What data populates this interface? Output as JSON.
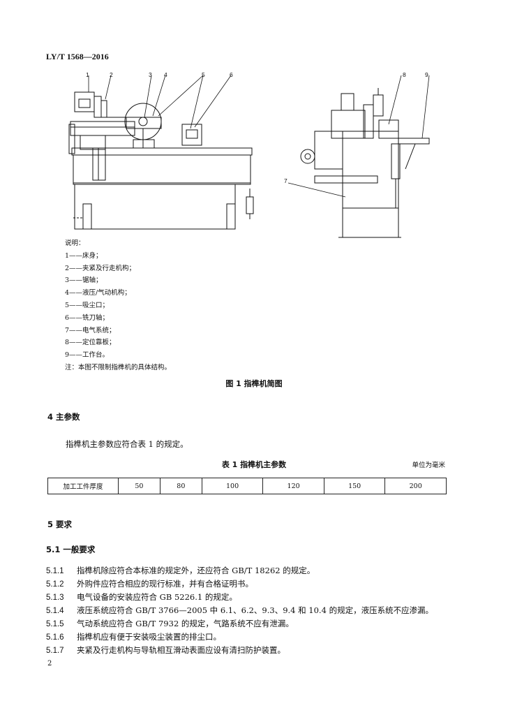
{
  "header": {
    "code": "LY/T 1568—2016"
  },
  "figure": {
    "callouts": [
      "1",
      "2",
      "3",
      "4",
      "5",
      "6",
      "8",
      "9",
      "7"
    ],
    "legend_title": "说明：",
    "legend": [
      "1——床身；",
      "2——夹紧及行走机构；",
      "3——锯轴；",
      "4——液压/气动机构；",
      "5——吸尘口；",
      "6——铣刀轴；",
      "7——电气系统；",
      "8——定位靠板；",
      "9——工作台。"
    ],
    "note": "注：本图不限制指榫机的具体结构。",
    "caption": "图 1   指榫机简图"
  },
  "section4": {
    "heading": "4   主参数",
    "text": "指榫机主参数应符合表 1 的规定。"
  },
  "table1": {
    "caption": "表 1   指榫机主参数",
    "unit": "单位为毫米",
    "row_label": "加工工件厚度",
    "values": [
      "50",
      "80",
      "100",
      "120",
      "150",
      "200"
    ]
  },
  "section5": {
    "heading": "5   要求",
    "sub_heading": "5.1   一般要求",
    "clauses": [
      {
        "num": "5.1.1",
        "text": "指榫机除应符合本标准的规定外，还应符合 GB/T 18262 的规定。"
      },
      {
        "num": "5.1.2",
        "text": "外购件应符合相应的现行标准，并有合格证明书。"
      },
      {
        "num": "5.1.3",
        "text": "电气设备的安装应符合 GB 5226.1 的规定。"
      },
      {
        "num": "5.1.4",
        "text": "液压系统应符合 GB/T 3766—2005 中 6.1、6.2、9.3、9.4 和 10.4 的规定，液压系统不应渗漏。"
      },
      {
        "num": "5.1.5",
        "text": "气动系统应符合 GB/T 7932 的规定，气路系统不应有泄漏。"
      },
      {
        "num": "5.1.6",
        "text": "指榫机应有便于安装吸尘装置的排尘口。"
      },
      {
        "num": "5.1.7",
        "text": "夹紧及行走机构与导轨相互滑动表面应设有清扫防护装置。"
      }
    ]
  },
  "page_number": "2"
}
